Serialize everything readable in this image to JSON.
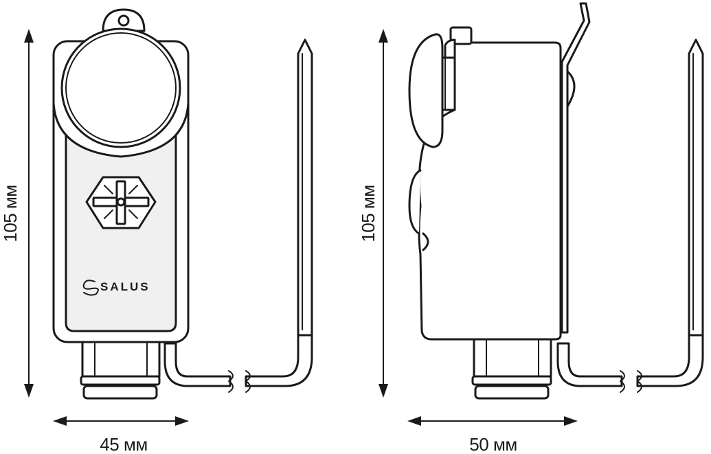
{
  "front_view": {
    "height_label": "105 мм",
    "width_label": "45 мм",
    "brand": "SALUS"
  },
  "side_view": {
    "height_label": "105 мм",
    "width_label": "50 мм"
  },
  "colors": {
    "line": "#1a1a1a",
    "fill_face": "#f0f0f0",
    "background": "#ffffff"
  },
  "icons": [
    "salus-logo-icon",
    "adjustment-knob-icon",
    "arrow-icon"
  ]
}
